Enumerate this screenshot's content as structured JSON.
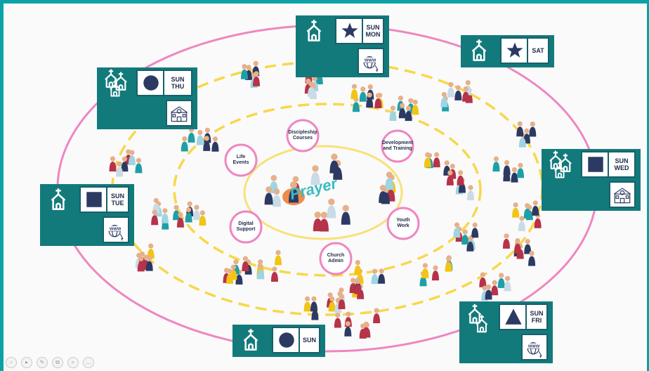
{
  "colors": {
    "frame": "#0aa2a6",
    "outer_ring": "#ef86c0",
    "dashed_rings": "#f7d84a",
    "inner_ring": "#f7e27a",
    "station_bg": "#137a7c",
    "circle_border": "#ef86c0",
    "prayer_text": "#3bbcc0"
  },
  "center": {
    "label": "Prayer"
  },
  "ministry_circles": [
    {
      "label": "Discipleship\nCourses"
    },
    {
      "label": "Development\nand Training"
    },
    {
      "label": "Life\nEvents"
    },
    {
      "label": "Digital\nSupport"
    },
    {
      "label": "Youth\nWork"
    },
    {
      "label": "Church\nAdmin"
    }
  ],
  "stations": [
    {
      "id": "top",
      "churches": "church-icon",
      "symbol": "star-icon",
      "days": "SUN\nMON",
      "web": true
    },
    {
      "id": "top-right",
      "churches": "church-icon",
      "symbol": "star-icon",
      "days": "SAT",
      "web": false
    },
    {
      "id": "top-left",
      "churches": "church-group-icon",
      "symbol": "circle-icon",
      "days": "SUN\nTHU",
      "web": "school"
    },
    {
      "id": "right",
      "churches": "church-group-icon",
      "symbol": "square-icon",
      "days": "SUN\nWED",
      "web": "school"
    },
    {
      "id": "left",
      "churches": "church-icon",
      "symbol": "square-icon",
      "days": "SUN\nTUE",
      "web": true
    },
    {
      "id": "bottom",
      "churches": "church-icon",
      "symbol": "circle-icon",
      "days": "SUN",
      "web": false
    },
    {
      "id": "bottom-right",
      "churches": "church-pair-icon",
      "symbol": "triangle-icon",
      "days": "SUN\nFRI",
      "web": true
    }
  ],
  "toolbar": [
    "prev-icon",
    "play-icon",
    "pen-icon",
    "copy-icon",
    "zoom-icon",
    "more-icon"
  ]
}
